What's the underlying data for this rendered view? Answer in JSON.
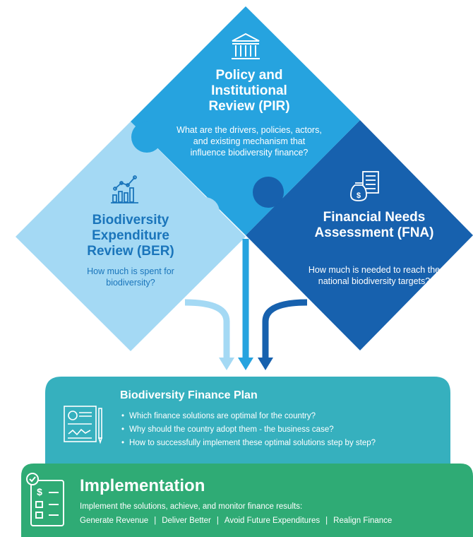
{
  "pir": {
    "title": "Policy and Institutional Review (PIR)",
    "question": "What are the drivers, policies, actors, and existing mechanism that influence biodiversity finance?",
    "icon": "bank-building-icon"
  },
  "ber": {
    "title": "Biodiversity Expenditure Review (BER)",
    "question": "How much is spent for biodiversity?",
    "icon": "chart-growth-icon"
  },
  "fna": {
    "title": "Financial Needs Assessment (FNA)",
    "question": "How much is needed to reach the national biodiversity targets?",
    "icon": "money-bag-invoice-icon"
  },
  "finance_plan": {
    "title": "Biodiversity Finance Plan",
    "bullets": [
      "Which finance solutions are optimal for the country?",
      "Why should the country adopt them - the business case?",
      "How to successfully implement these optimal solutions step by step?"
    ],
    "icon": "document-report-icon"
  },
  "implementation": {
    "title": "Implementation",
    "description": "Implement the solutions, achieve, and monitor finance results:",
    "actions": [
      "Generate Revenue",
      "Deliver Better",
      "Avoid Future Expenditures",
      "Realign Finance"
    ],
    "icon": "checklist-dollar-icon"
  },
  "colors": {
    "pir": "#26a3df",
    "ber": "#a4d9f4",
    "fna": "#1761ae",
    "finance_plan": "#36b0be",
    "implementation": "#2fab75"
  }
}
